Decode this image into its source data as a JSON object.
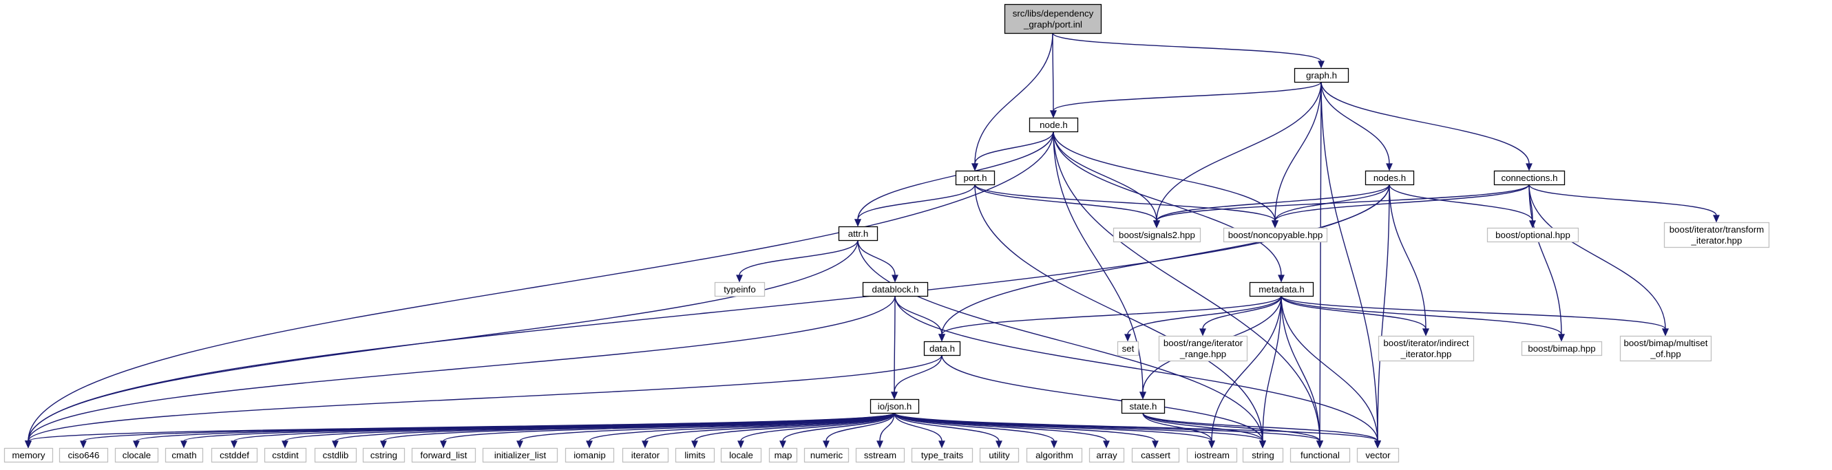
{
  "colors": {
    "edge": "#191970",
    "focus_fill": "#bfbfbf",
    "focus_border": "#000000",
    "documented_border": "#000000",
    "external_border": "#bfbfbf",
    "node_fill": "#ffffff",
    "text": "#000000"
  },
  "nodes": [
    {
      "id": "port_inl",
      "lines": [
        "src/libs/dependency",
        "_graph/port.inl"
      ],
      "kind": "focus"
    },
    {
      "id": "graph_h",
      "lines": [
        "graph.h"
      ],
      "kind": "documented"
    },
    {
      "id": "node_h",
      "lines": [
        "node.h"
      ],
      "kind": "documented"
    },
    {
      "id": "port_h",
      "lines": [
        "port.h"
      ],
      "kind": "documented"
    },
    {
      "id": "nodes_h",
      "lines": [
        "nodes.h"
      ],
      "kind": "documented"
    },
    {
      "id": "connections_h",
      "lines": [
        "connections.h"
      ],
      "kind": "documented"
    },
    {
      "id": "attr_h",
      "lines": [
        "attr.h"
      ],
      "kind": "documented"
    },
    {
      "id": "signals2",
      "lines": [
        "boost/signals2.hpp"
      ],
      "kind": "external"
    },
    {
      "id": "noncopyable",
      "lines": [
        "boost/noncopyable.hpp"
      ],
      "kind": "external"
    },
    {
      "id": "optional",
      "lines": [
        "boost/optional.hpp"
      ],
      "kind": "external"
    },
    {
      "id": "transform_iter",
      "lines": [
        "boost/iterator/transform",
        "_iterator.hpp"
      ],
      "kind": "external"
    },
    {
      "id": "typeinfo",
      "lines": [
        "typeinfo"
      ],
      "kind": "external"
    },
    {
      "id": "datablock_h",
      "lines": [
        "datablock.h"
      ],
      "kind": "documented"
    },
    {
      "id": "metadata_h",
      "lines": [
        "metadata.h"
      ],
      "kind": "documented"
    },
    {
      "id": "set",
      "lines": [
        "set"
      ],
      "kind": "external"
    },
    {
      "id": "range_iter",
      "lines": [
        "boost/range/iterator",
        "_range.hpp"
      ],
      "kind": "external"
    },
    {
      "id": "indirect_iter",
      "lines": [
        "boost/iterator/indirect",
        "_iterator.hpp"
      ],
      "kind": "external"
    },
    {
      "id": "bimap",
      "lines": [
        "boost/bimap.hpp"
      ],
      "kind": "external"
    },
    {
      "id": "multiset",
      "lines": [
        "boost/bimap/multiset",
        "_of.hpp"
      ],
      "kind": "external"
    },
    {
      "id": "data_h",
      "lines": [
        "data.h"
      ],
      "kind": "documented"
    },
    {
      "id": "json_h",
      "lines": [
        "io/json.h"
      ],
      "kind": "documented"
    },
    {
      "id": "state_h",
      "lines": [
        "state.h"
      ],
      "kind": "documented"
    },
    {
      "id": "memory",
      "lines": [
        "memory"
      ],
      "kind": "external"
    },
    {
      "id": "ciso646",
      "lines": [
        "ciso646"
      ],
      "kind": "external"
    },
    {
      "id": "clocale",
      "lines": [
        "clocale"
      ],
      "kind": "external"
    },
    {
      "id": "cmath",
      "lines": [
        "cmath"
      ],
      "kind": "external"
    },
    {
      "id": "cstddef",
      "lines": [
        "cstddef"
      ],
      "kind": "external"
    },
    {
      "id": "cstdint",
      "lines": [
        "cstdint"
      ],
      "kind": "external"
    },
    {
      "id": "cstdlib",
      "lines": [
        "cstdlib"
      ],
      "kind": "external"
    },
    {
      "id": "cstring",
      "lines": [
        "cstring"
      ],
      "kind": "external"
    },
    {
      "id": "forward_list",
      "lines": [
        "forward_list"
      ],
      "kind": "external"
    },
    {
      "id": "initializer_list",
      "lines": [
        "initializer_list"
      ],
      "kind": "external"
    },
    {
      "id": "iomanip",
      "lines": [
        "iomanip"
      ],
      "kind": "external"
    },
    {
      "id": "iterator",
      "lines": [
        "iterator"
      ],
      "kind": "external"
    },
    {
      "id": "limits",
      "lines": [
        "limits"
      ],
      "kind": "external"
    },
    {
      "id": "locale",
      "lines": [
        "locale"
      ],
      "kind": "external"
    },
    {
      "id": "map",
      "lines": [
        "map"
      ],
      "kind": "external"
    },
    {
      "id": "numeric",
      "lines": [
        "numeric"
      ],
      "kind": "external"
    },
    {
      "id": "sstream",
      "lines": [
        "sstream"
      ],
      "kind": "external"
    },
    {
      "id": "type_traits",
      "lines": [
        "type_traits"
      ],
      "kind": "external"
    },
    {
      "id": "utility",
      "lines": [
        "utility"
      ],
      "kind": "external"
    },
    {
      "id": "algorithm",
      "lines": [
        "algorithm"
      ],
      "kind": "external"
    },
    {
      "id": "array",
      "lines": [
        "array"
      ],
      "kind": "external"
    },
    {
      "id": "cassert",
      "lines": [
        "cassert"
      ],
      "kind": "external"
    },
    {
      "id": "iostream",
      "lines": [
        "iostream"
      ],
      "kind": "external"
    },
    {
      "id": "string",
      "lines": [
        "string"
      ],
      "kind": "external"
    },
    {
      "id": "functional",
      "lines": [
        "functional"
      ],
      "kind": "external"
    },
    {
      "id": "vector",
      "lines": [
        "vector"
      ],
      "kind": "external"
    }
  ],
  "edges": [
    [
      "port_inl",
      "graph_h"
    ],
    [
      "port_inl",
      "node_h"
    ],
    [
      "port_inl",
      "port_h"
    ],
    [
      "graph_h",
      "node_h"
    ],
    [
      "graph_h",
      "nodes_h"
    ],
    [
      "graph_h",
      "connections_h"
    ],
    [
      "graph_h",
      "signals2"
    ],
    [
      "graph_h",
      "noncopyable"
    ],
    [
      "graph_h",
      "functional"
    ],
    [
      "graph_h",
      "vector"
    ],
    [
      "node_h",
      "port_h"
    ],
    [
      "node_h",
      "attr_h"
    ],
    [
      "node_h",
      "signals2"
    ],
    [
      "node_h",
      "noncopyable"
    ],
    [
      "node_h",
      "metadata_h"
    ],
    [
      "node_h",
      "state_h"
    ],
    [
      "node_h",
      "memory"
    ],
    [
      "node_h",
      "functional"
    ],
    [
      "port_h",
      "attr_h"
    ],
    [
      "port_h",
      "signals2"
    ],
    [
      "port_h",
      "noncopyable"
    ],
    [
      "port_h",
      "string"
    ],
    [
      "nodes_h",
      "signals2"
    ],
    [
      "nodes_h",
      "noncopyable"
    ],
    [
      "nodes_h",
      "optional"
    ],
    [
      "nodes_h",
      "indirect_iter"
    ],
    [
      "nodes_h",
      "data_h"
    ],
    [
      "nodes_h",
      "memory"
    ],
    [
      "nodes_h",
      "vector"
    ],
    [
      "connections_h",
      "signals2"
    ],
    [
      "connections_h",
      "noncopyable"
    ],
    [
      "connections_h",
      "optional"
    ],
    [
      "connections_h",
      "transform_iter"
    ],
    [
      "connections_h",
      "bimap"
    ],
    [
      "connections_h",
      "multiset"
    ],
    [
      "attr_h",
      "typeinfo"
    ],
    [
      "attr_h",
      "datablock_h"
    ],
    [
      "attr_h",
      "memory"
    ],
    [
      "attr_h",
      "string"
    ],
    [
      "datablock_h",
      "data_h"
    ],
    [
      "datablock_h",
      "json_h"
    ],
    [
      "datablock_h",
      "memory"
    ],
    [
      "datablock_h",
      "vector"
    ],
    [
      "metadata_h",
      "set"
    ],
    [
      "metadata_h",
      "range_iter"
    ],
    [
      "metadata_h",
      "indirect_iter"
    ],
    [
      "metadata_h",
      "bimap"
    ],
    [
      "metadata_h",
      "multiset"
    ],
    [
      "metadata_h",
      "data_h"
    ],
    [
      "metadata_h",
      "state_h"
    ],
    [
      "metadata_h",
      "string"
    ],
    [
      "metadata_h",
      "functional"
    ],
    [
      "metadata_h",
      "vector"
    ],
    [
      "metadata_h",
      "iostream"
    ],
    [
      "data_h",
      "json_h"
    ],
    [
      "data_h",
      "memory"
    ],
    [
      "data_h",
      "string"
    ],
    [
      "state_h",
      "string"
    ],
    [
      "state_h",
      "functional"
    ],
    [
      "state_h",
      "iostream"
    ],
    [
      "state_h",
      "vector"
    ],
    [
      "json_h",
      "memory"
    ],
    [
      "json_h",
      "ciso646"
    ],
    [
      "json_h",
      "clocale"
    ],
    [
      "json_h",
      "cmath"
    ],
    [
      "json_h",
      "cstddef"
    ],
    [
      "json_h",
      "cstdint"
    ],
    [
      "json_h",
      "cstdlib"
    ],
    [
      "json_h",
      "cstring"
    ],
    [
      "json_h",
      "forward_list"
    ],
    [
      "json_h",
      "initializer_list"
    ],
    [
      "json_h",
      "iomanip"
    ],
    [
      "json_h",
      "iterator"
    ],
    [
      "json_h",
      "limits"
    ],
    [
      "json_h",
      "locale"
    ],
    [
      "json_h",
      "map"
    ],
    [
      "json_h",
      "numeric"
    ],
    [
      "json_h",
      "sstream"
    ],
    [
      "json_h",
      "type_traits"
    ],
    [
      "json_h",
      "utility"
    ],
    [
      "json_h",
      "algorithm"
    ],
    [
      "json_h",
      "array"
    ],
    [
      "json_h",
      "cassert"
    ],
    [
      "json_h",
      "iostream"
    ],
    [
      "json_h",
      "string"
    ],
    [
      "json_h",
      "functional"
    ],
    [
      "json_h",
      "vector"
    ]
  ]
}
